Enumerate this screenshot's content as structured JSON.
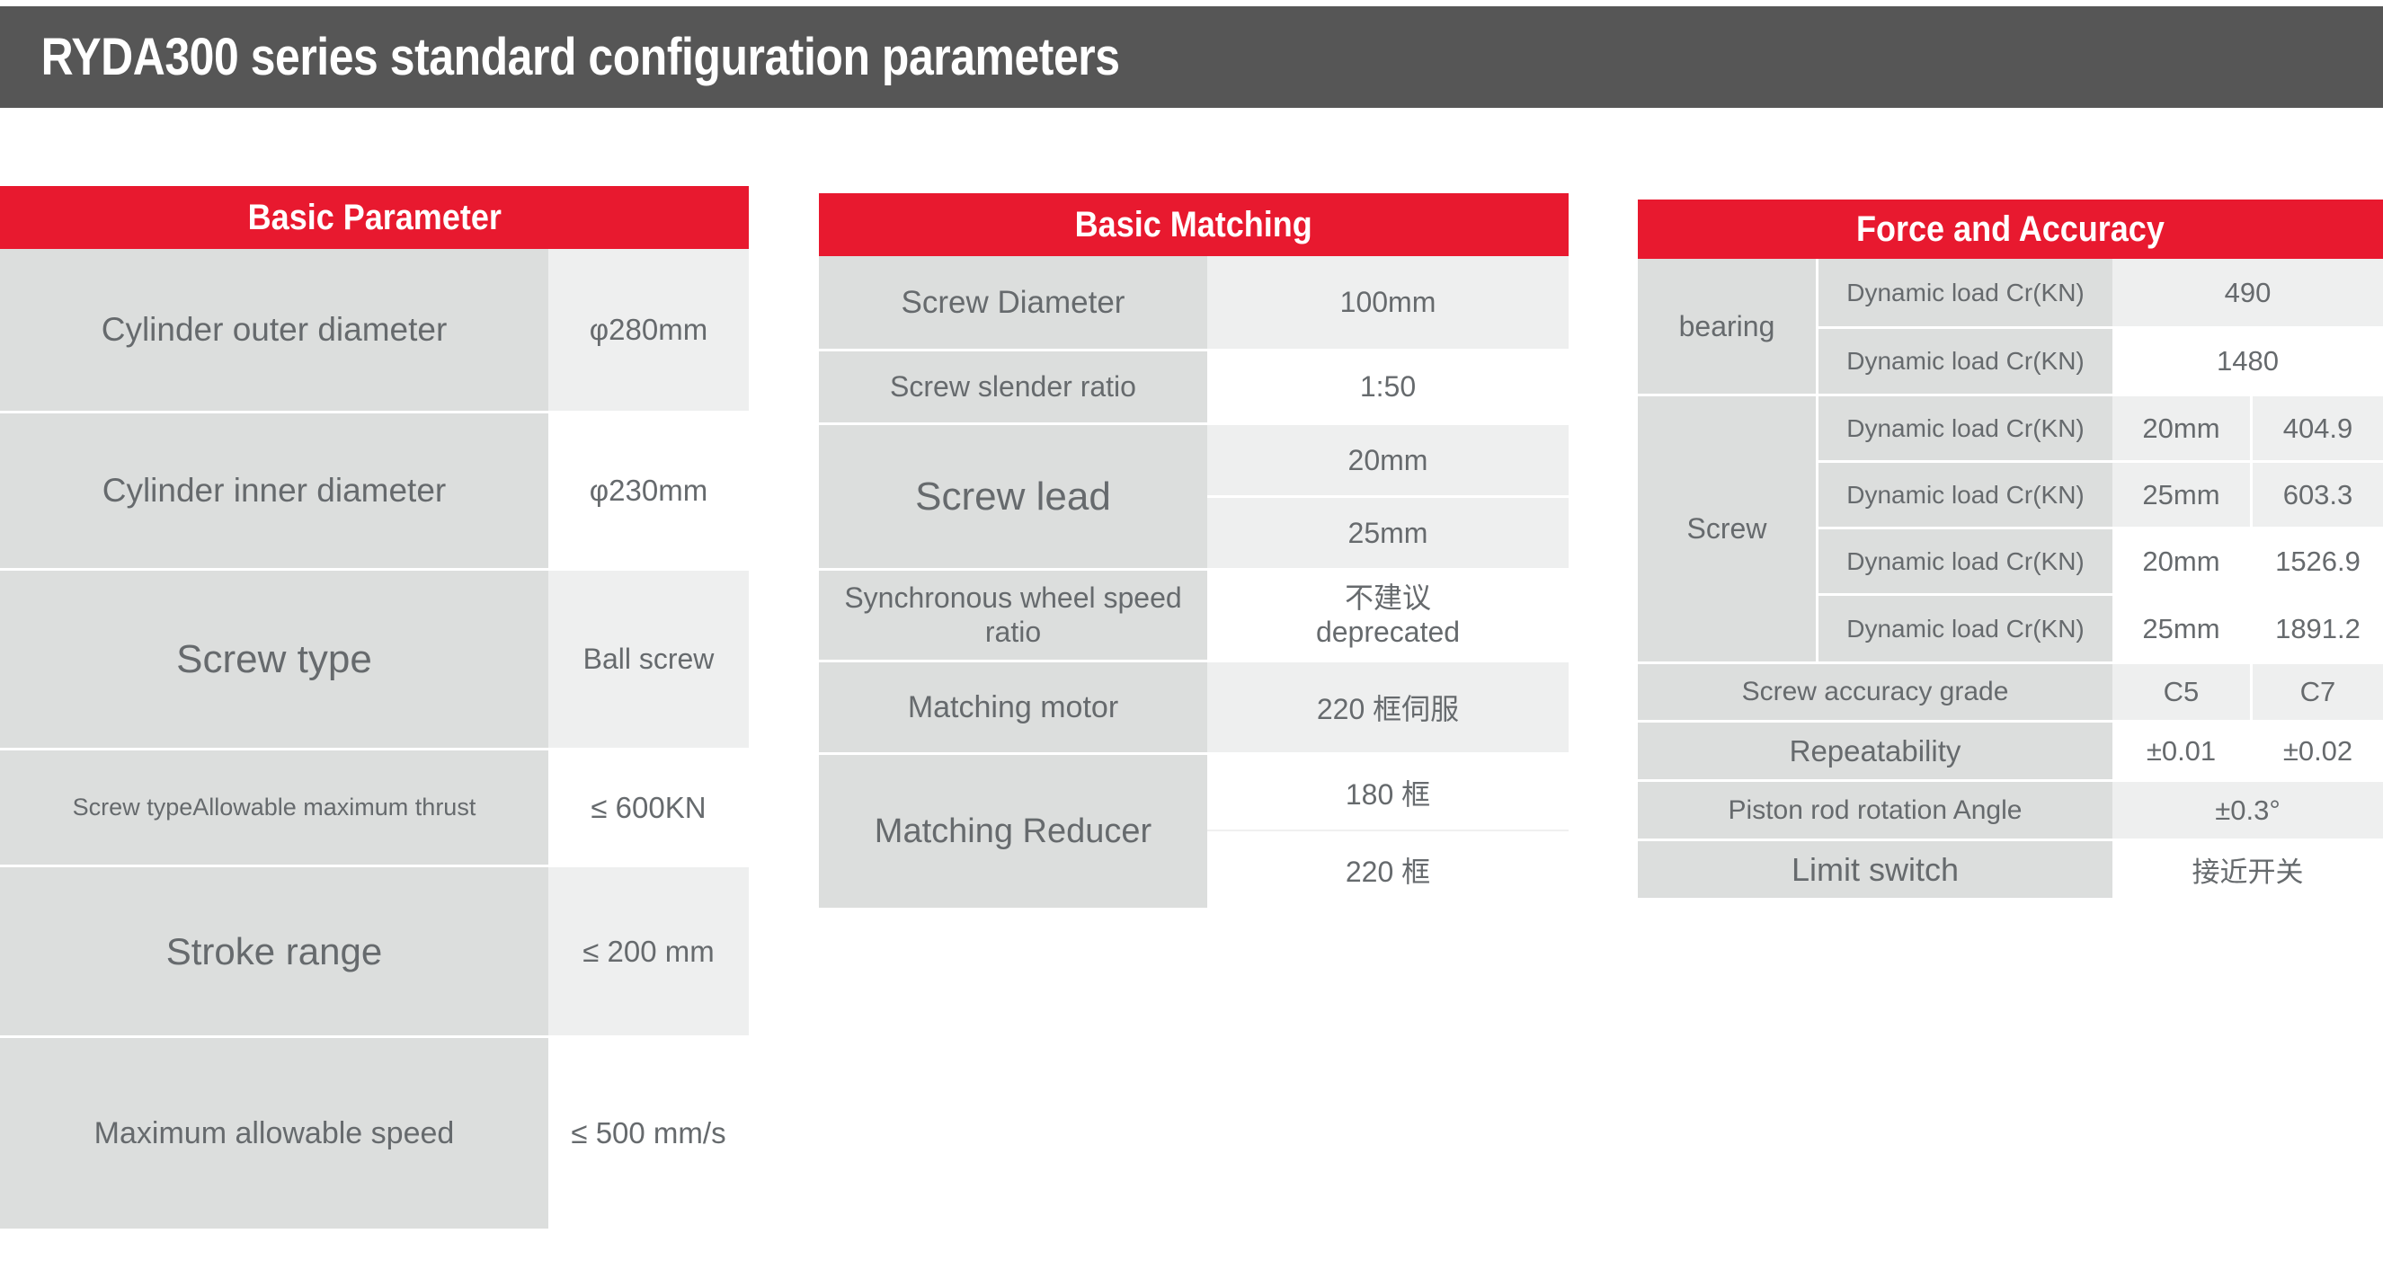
{
  "title": "RYDA300  series standard configuration parameters",
  "colors": {
    "header_bar": "#565656",
    "accent_red": "#E8192F",
    "label_bg": "#dcdedd",
    "value_alt_bg": "#eeefef",
    "text_gray": "#666a6d"
  },
  "panels": {
    "basic": {
      "header": "Basic Parameter",
      "rows": [
        {
          "label": "Cylinder outer diameter",
          "value": "φ280mm"
        },
        {
          "label": "Cylinder inner diameter",
          "value": "φ230mm"
        },
        {
          "label": "Screw type",
          "value": "Ball screw"
        },
        {
          "label": "Screw typeAllowable maximum thrust",
          "value": "≤ 600KN"
        },
        {
          "label": "Stroke range",
          "value": "≤ 200 mm"
        },
        {
          "label": "Maximum allowable speed",
          "value": "≤ 500 mm/s"
        }
      ]
    },
    "matching": {
      "header": "Basic Matching",
      "rows": [
        {
          "label": "Screw Diameter",
          "values": [
            "100mm"
          ]
        },
        {
          "label": "Screw slender ratio",
          "values": [
            "1:50"
          ]
        },
        {
          "label": "Screw lead",
          "values": [
            "20mm",
            "25mm"
          ]
        },
        {
          "label": "Synchronous wheel speed ratio",
          "values": [
            "不建议\ndeprecated"
          ]
        },
        {
          "label": "Matching motor",
          "values": [
            "220 框伺服"
          ]
        },
        {
          "label": "Matching Reducer",
          "values": [
            "180 框",
            "220 框"
          ]
        }
      ]
    },
    "force": {
      "header": "Force and Accuracy",
      "groups": [
        {
          "name": "bearing",
          "rows": [
            {
              "desc": "Dynamic load Cr(KN)",
              "value": "490"
            },
            {
              "desc": "Dynamic load Cr(KN)",
              "value": "1480"
            }
          ]
        },
        {
          "name": "Screw",
          "rows": [
            {
              "desc": "Dynamic load Cr(KN)",
              "lead": "20mm",
              "value": "404.9"
            },
            {
              "desc": "Dynamic load Cr(KN)",
              "lead": "25mm",
              "value": "603.3"
            },
            {
              "desc": "Dynamic load Cr(KN)",
              "lead": "20mm",
              "value": "1526.9"
            },
            {
              "desc": "Dynamic load Cr(KN)",
              "lead": "25mm",
              "value": "1891.2"
            }
          ]
        }
      ],
      "tail_rows": [
        {
          "label": "Screw accuracy grade",
          "v1": "C5",
          "v2": "C7"
        },
        {
          "label": "Repeatability",
          "v1": "±0.01",
          "v2": "±0.02"
        },
        {
          "label": "Piston rod rotation Angle",
          "value": "±0.3°"
        },
        {
          "label": "Limit switch",
          "value": "接近开关"
        }
      ]
    }
  }
}
